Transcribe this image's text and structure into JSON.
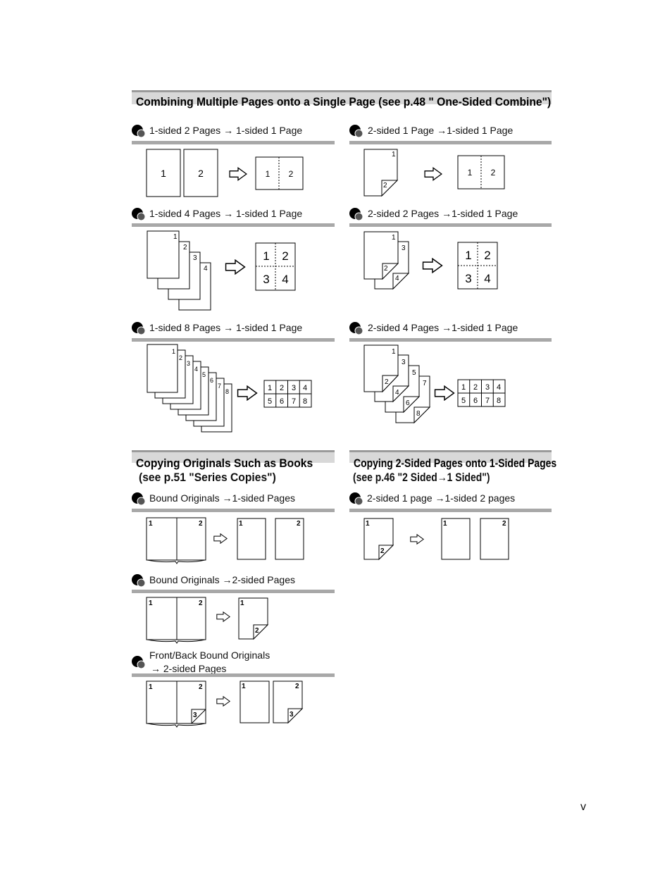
{
  "sections": {
    "combine": {
      "title": "Combining Multiple Pages onto a Single Page (see p.48 \" One-Sided Combine\")"
    },
    "books": {
      "title_line1": "Copying Originals Such as Books",
      "title_line2": "(see p.51 \"Series Copies\")"
    },
    "twosided": {
      "title_line1": "Copying 2-Sided Pages onto 1-Sided Pages",
      "title_line2": "(see p.46 \"2 Sided→1 Sided\")"
    }
  },
  "items": {
    "s1_2": "1-sided 2 Pages → 1-sided 1 Page",
    "d1_1": "2-sided 1 Page →1-sided 1 Page",
    "s1_4": "1-sided 4 Pages → 1-sided 1 Page",
    "d2_1": "2-sided 2 Pages →1-sided 1 Page",
    "s1_8": "1-sided 8 Pages → 1-sided 1 Page",
    "d4_1": "2-sided 4 Pages →1-sided 1 Page",
    "bound_1": "Bound Originals →1-sided Pages",
    "d1_2": "2-sided 1 page →1-sided 2 pages",
    "bound_2": "Bound Originals →2-sided Pages",
    "fb_line1": "Front/Back Bound Originals",
    "fb_line2": "→ 2-sided Pages"
  },
  "page_number": "v"
}
